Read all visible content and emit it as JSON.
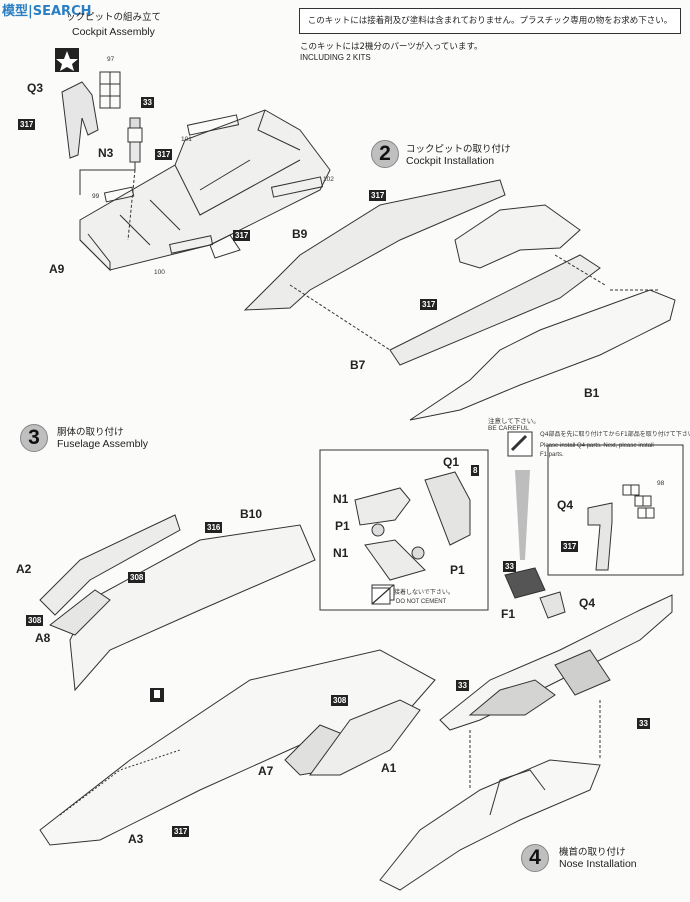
{
  "watermark": "模型|SEARCH",
  "step1": {
    "title_en": "Cockpit Assembly",
    "title_jp_partial": "ックピットの組み立て"
  },
  "header": {
    "notice": "このキットには接着剤及び塗料は含まれておりません。プラスチック専用の物をお求め下さい。",
    "kits_jp": "このキットには2機分のパーツが入っています。",
    "kits_en": "INCLUDING 2 KITS"
  },
  "step2": {
    "number": "2",
    "title_jp": "コックピットの取り付け",
    "title_en": "Cockpit Installation"
  },
  "step3": {
    "number": "3",
    "title_jp": "胴体の取り付け",
    "title_en": "Fuselage Assembly"
  },
  "step4": {
    "number": "4",
    "title_jp": "機首の取り付け",
    "title_en": "Nose Installation"
  },
  "parts": {
    "q3": "Q3",
    "n3": "N3",
    "a9": "A9",
    "b9": "B9",
    "b7": "B7",
    "b1": "B1",
    "b10": "B10",
    "a2": "A2",
    "a8": "A8",
    "a3": "A3",
    "a7": "A7",
    "a1": "A1",
    "q1": "Q1",
    "n1a": "N1",
    "p1a": "P1",
    "n1b": "N1",
    "p1b": "P1",
    "q4a": "Q4",
    "q4b": "Q4",
    "f1": "F1"
  },
  "badges": {
    "b317_q3": "317",
    "b33_top": "33",
    "b317_n3": "317",
    "b317_a9": "317",
    "b317_step2": "317",
    "b317_b7": "317",
    "b316": "316",
    "b308_a2": "308",
    "b308_a8": "308",
    "b308_a1": "308",
    "b317_a3": "317",
    "b8": "8",
    "b33_f1": "33",
    "b317_q4": "317",
    "b33_nose_l": "33",
    "b33_nose_r": "33"
  },
  "decals": {
    "d97": "97",
    "d101": "101",
    "d99": "99",
    "d102": "102",
    "d100": "100",
    "d98": "98"
  },
  "careful": {
    "jp1": "注意して下さい。",
    "en1": "BE CAREFUL",
    "jp2": "Q4部品を先に取り付けてからF1部品を取り付けて下さい。",
    "en2": "Please install Q4 parts. Next, please install",
    "en3": "F1 parts."
  },
  "no_cement": {
    "jp": "接着しないで下さい。",
    "en": "DO NOT CEMENT"
  }
}
